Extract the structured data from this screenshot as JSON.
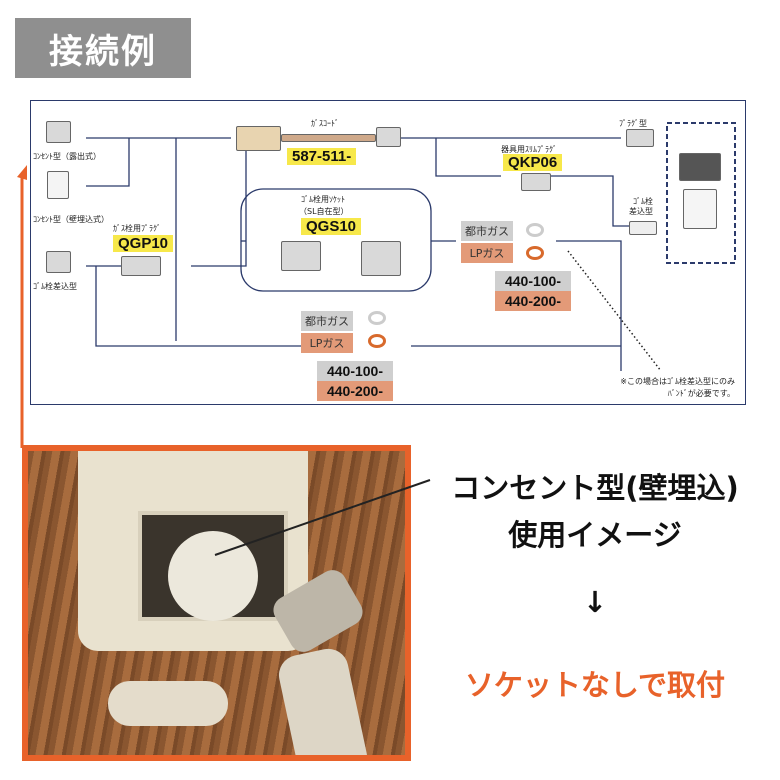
{
  "title": "接続例",
  "diagram": {
    "outlet_exposed": "ｺﾝｾﾝﾄ型（露出式）",
    "outlet_embedded": "ｺﾝｾﾝﾄ型（壁埋込式）",
    "rubber_tap": "ｺﾞﾑ栓差込型",
    "gas_cord_label": "ｶﾞｽｺｰﾄﾞ",
    "gas_cord_code": "587-511-",
    "tap_plug_label": "ｶﾞｽ栓用ﾌﾟﾗｸﾞ",
    "tap_plug_code": "QGP10",
    "socket_label1": "ｺﾞﾑ栓用ｿｹｯﾄ",
    "socket_label2": "（SL自在型）",
    "socket_code": "QGS10",
    "slim_plug_label": "器具用ｽﾘﾑﾌﾟﾗｸﾞ",
    "slim_plug_code": "QKP06",
    "plug_type": "ﾌﾟﾗｸﾞ型",
    "rubber_insert1": "ｺﾞﾑ栓",
    "rubber_insert2": "差込型",
    "hose1": {
      "city": "都市ガス",
      "lp": "LPガス",
      "code_city": "440-100-",
      "code_lp": "440-200-"
    },
    "hose2": {
      "city": "都市ガス",
      "lp": "LPガス",
      "code_city": "440-100-",
      "code_lp": "440-200-"
    },
    "note1": "※この場合はｺﾞﾑ栓差込型にのみ",
    "note2": "ﾊﾞﾝﾄﾞが必要です。"
  },
  "caption": {
    "line1": "コンセント型(壁埋込)",
    "line2": "使用イメージ",
    "arrow": "↓",
    "result": "ソケットなしで取付"
  },
  "colors": {
    "accent": "#e8622a",
    "yellow": "#f7e84a",
    "line": "#2b3a6b",
    "city": "#cfcfcf",
    "lp": "#e39a78"
  }
}
